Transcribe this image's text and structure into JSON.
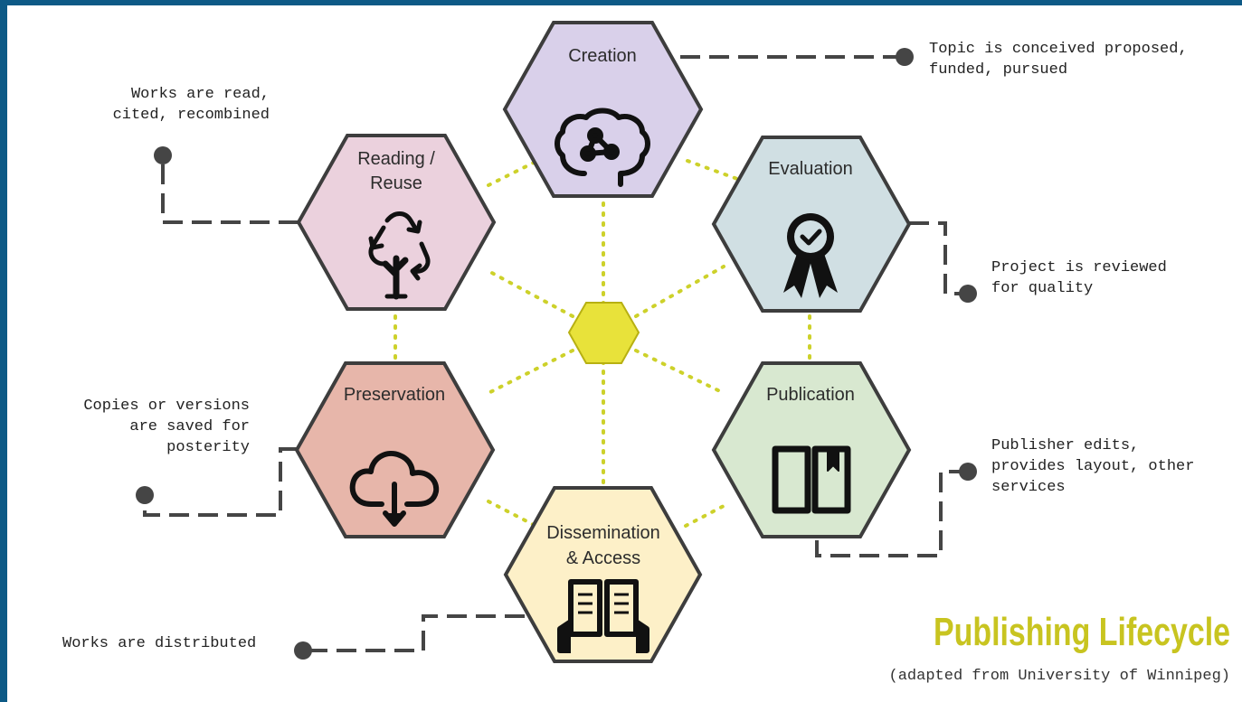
{
  "stages": {
    "creation": {
      "label": "Creation",
      "note_lines": [
        "Topic is conceived proposed,",
        "funded, pursued"
      ]
    },
    "evaluation": {
      "label": "Evaluation",
      "note_lines": [
        "Project is reviewed",
        "for quality"
      ]
    },
    "publication": {
      "label": "Publication",
      "note_lines": [
        "Publisher edits,",
        "provides layout, other",
        "services"
      ]
    },
    "dissemination": {
      "label_lines": [
        "Dissemination",
        "& Access"
      ],
      "note": "Works are distributed"
    },
    "preservation": {
      "label": "Preservation",
      "note_lines": [
        "Copies or versions",
        "are saved for",
        "posterity"
      ]
    },
    "reading": {
      "label_lines": [
        "Reading /",
        "Reuse"
      ],
      "note_lines": [
        "Works are read,",
        "cited, recombined"
      ]
    }
  },
  "title": "Publishing Lifecycle",
  "subtitle": "(adapted from University of Winnipeg)",
  "colors": {
    "frame": "#0d5a86",
    "creation": "#d9d0ea",
    "evaluation": "#d0dfe3",
    "publication": "#d8e8d0",
    "dissemination": "#fdf0c8",
    "preservation": "#e7b6aa",
    "reading": "#ebd1dd",
    "center": "#e8e23a",
    "dots": "#cdd12a",
    "title": "#c8c420"
  },
  "icons": {
    "creation": "brain-network-icon",
    "evaluation": "award-ribbon-icon",
    "publication": "open-book-icon",
    "dissemination": "reading-hands-icon",
    "preservation": "cloud-download-icon",
    "reading": "recycle-tree-icon"
  }
}
